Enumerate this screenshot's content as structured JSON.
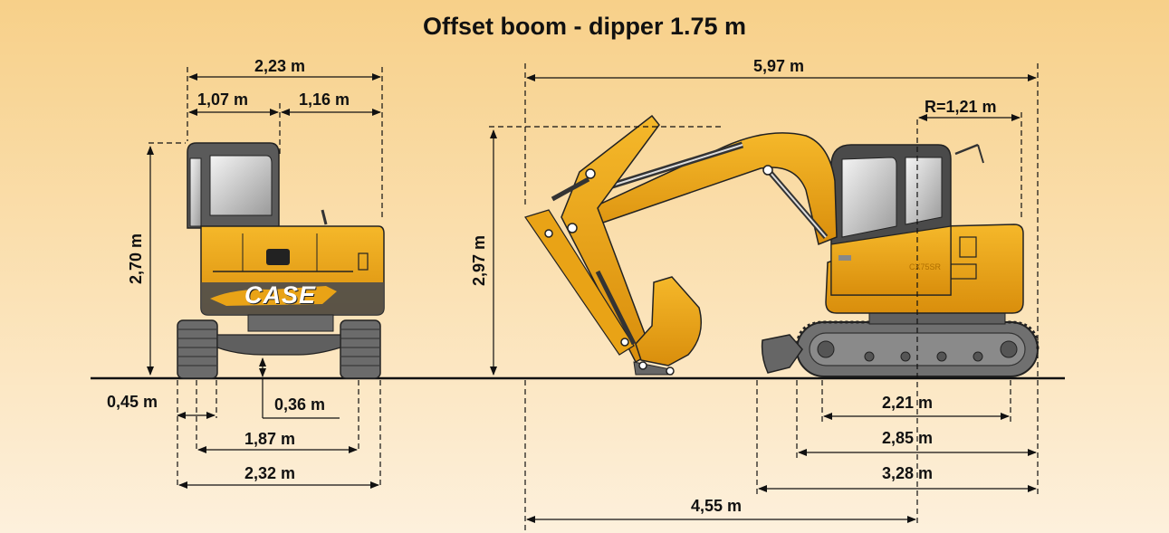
{
  "title": "Offset boom - dipper 1.75 m",
  "brand": "CASE",
  "model_badge": "CX75SR",
  "dimensions": {
    "front_overall_width": "2,23 m",
    "front_left_offset": "1,07 m",
    "front_right_offset": "1,16 m",
    "front_height": "2,70 m",
    "track_shoe_width": "0,45 m",
    "ground_clearance": "0,36 m",
    "track_gauge": "1,87 m",
    "undercarriage_width": "2,32 m",
    "side_overall_length": "5,97 m",
    "tail_radius": "R=1,21 m",
    "side_height": "2,97 m",
    "tumbler_distance": "2,21 m",
    "track_length": "2,85 m",
    "blade_to_rear": "3,28 m",
    "transport_length": "4,55 m"
  },
  "colors": {
    "machine_yellow": "#e9a316",
    "machine_dark": "#4a4a4a",
    "background_top": "#f7d089",
    "background_bottom": "#fdf0dc"
  }
}
